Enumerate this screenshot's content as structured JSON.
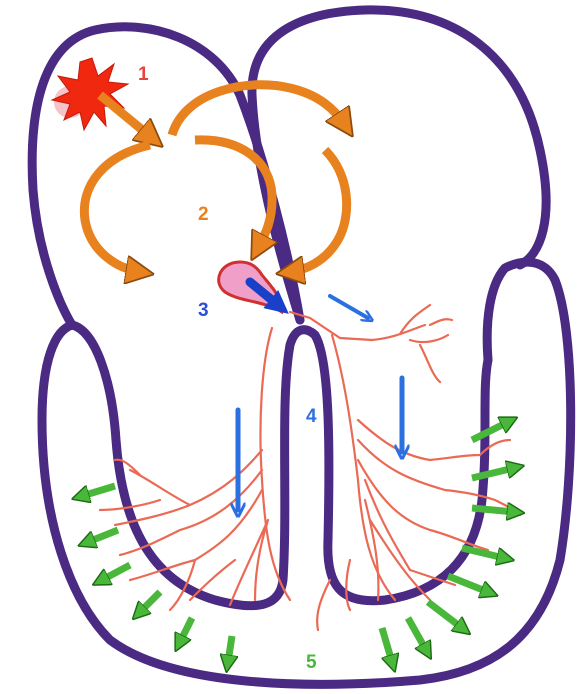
{
  "colors": {
    "heart_outline": "#4a2a82",
    "sa_node": "#f02810",
    "atrial_arrows": "#e8821e",
    "av_node": "#f0a0c8",
    "conduction_arrows": "#2b6fe0",
    "purkinje_fibers": "#ea6a55",
    "ventricular_arrows": "#49b83a",
    "label_1": "#e8433a",
    "label_2": "#e8821e",
    "label_3": "#2b4fd8",
    "label_4": "#2b6fe0",
    "label_5": "#49b83a"
  },
  "labels": {
    "step1": "1",
    "step2": "2",
    "step3": "3",
    "step4": "4",
    "step5": "5"
  },
  "icons": {
    "sa_node": "starburst-icon",
    "av_node": "teardrop-node-icon",
    "atrial": "curved-arrow-icon",
    "conduction": "down-arrow-icon",
    "ventricular": "outward-arrow-icon"
  }
}
